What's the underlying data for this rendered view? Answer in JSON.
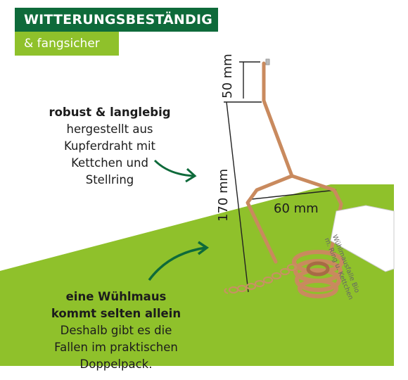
{
  "header": {
    "title": "WITTERUNGSBESTÄNDIG",
    "subtitle": "& fangsicher"
  },
  "feature_1": {
    "heading": "robust & langlebig",
    "lines": [
      "hergestellt aus",
      "Kupferdraht mit",
      "Kettchen und",
      "Stellring"
    ]
  },
  "feature_2": {
    "heading_lines": [
      "eine Wühlmaus",
      "kommt selten allein"
    ],
    "lines": [
      "Deshalb gibt es die",
      "Fallen im praktischen",
      "Doppelpack."
    ]
  },
  "dimensions": {
    "top": "50 mm",
    "height": "170 mm",
    "width": "60 mm"
  },
  "tag": {
    "line1": "Wühlmausfalle Bio",
    "line2": "m. Ring u. Kettchen"
  },
  "colors": {
    "dark_green": "#0e6a3a",
    "lime_green": "#8fc12b",
    "copper": "#c98a5e"
  }
}
